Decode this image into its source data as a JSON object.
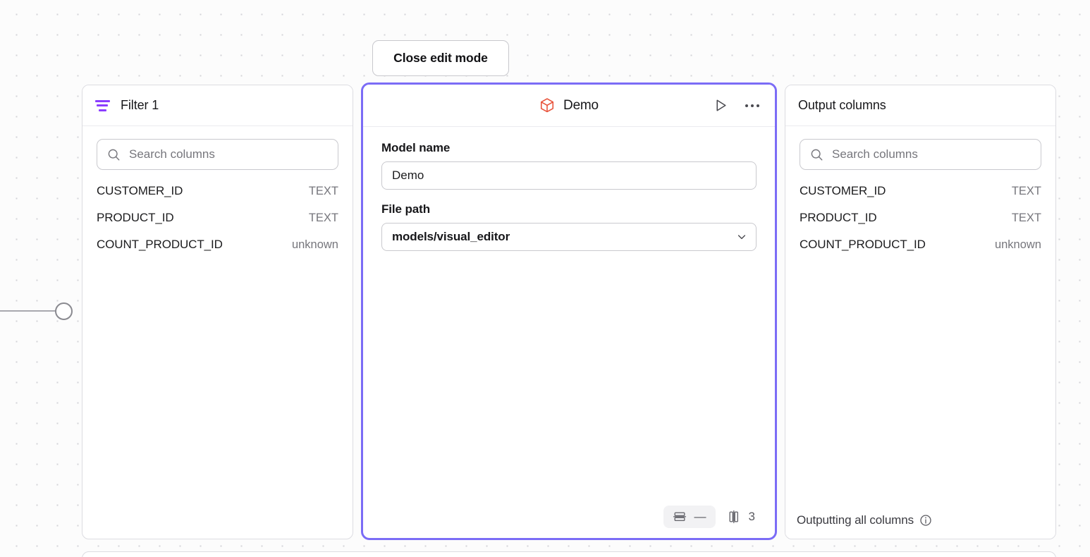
{
  "canvas": {
    "background_color": "#fcfcfc",
    "dot_grid_color": "#d3d3d8"
  },
  "toolbar": {
    "close_edit_mode_label": "Close edit mode"
  },
  "left_panel": {
    "title": "Filter 1",
    "icon": "filter-icon",
    "accent_color": "#8B3DFF",
    "search": {
      "placeholder": "Search columns",
      "value": "",
      "icon": "search-icon"
    },
    "columns": [
      {
        "name": "CUSTOMER_ID",
        "type": "TEXT"
      },
      {
        "name": "PRODUCT_ID",
        "type": "TEXT"
      },
      {
        "name": "COUNT_PRODUCT_ID",
        "type": "unknown"
      }
    ]
  },
  "center_panel": {
    "title": "Demo",
    "icon": "cube-icon",
    "icon_color": "#E8523A",
    "selected_border_color": "#7b6cf6",
    "actions": {
      "run_label": "Run",
      "more_label": "More options"
    },
    "fields": {
      "model_name_label": "Model name",
      "model_name_value": "Demo",
      "file_path_label": "File path",
      "file_path_value": "models/visual_editor",
      "file_path_options": [
        "models/visual_editor"
      ]
    },
    "stats": {
      "rows_icon": "rows-icon",
      "rows_value": "—",
      "columns_icon": "columns-icon",
      "columns_value": "3"
    }
  },
  "right_panel": {
    "title": "Output columns",
    "search": {
      "placeholder": "Search columns",
      "value": "",
      "icon": "search-icon"
    },
    "columns": [
      {
        "name": "CUSTOMER_ID",
        "type": "TEXT"
      },
      {
        "name": "PRODUCT_ID",
        "type": "TEXT"
      },
      {
        "name": "COUNT_PRODUCT_ID",
        "type": "unknown"
      }
    ],
    "footer": {
      "text": "Outputting all columns",
      "info_icon": "info-icon"
    }
  }
}
